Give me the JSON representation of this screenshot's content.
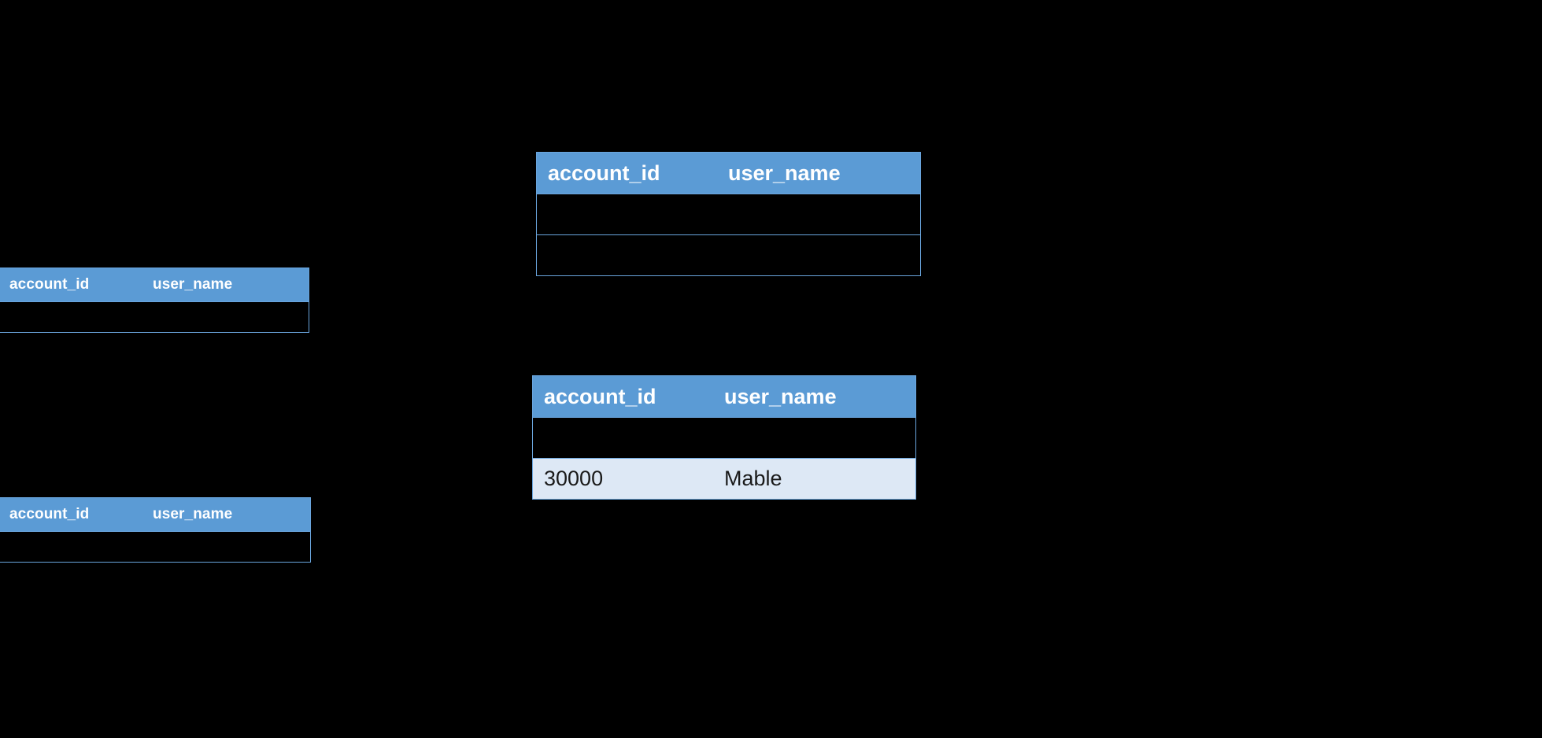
{
  "page": {
    "background_color": "#000000",
    "accent_color": "#5b9bd5",
    "border_color": "#6aa5dd",
    "filled_row_color": "#dde8f5",
    "header_text_color": "#ffffff"
  },
  "columns": {
    "account_id": "account_id",
    "user_name": "user_name"
  },
  "tables": [
    {
      "id": "accounts-left-top",
      "size": "small",
      "headers": [
        "account_id",
        "user_name"
      ],
      "rows": [
        {
          "state": "empty",
          "cells": [
            "",
            ""
          ]
        }
      ]
    },
    {
      "id": "accounts-centre-top",
      "size": "large",
      "headers": [
        "account_id",
        "user_name"
      ],
      "rows": [
        {
          "state": "empty",
          "cells": [
            "",
            ""
          ]
        },
        {
          "state": "empty",
          "cells": [
            "",
            ""
          ]
        }
      ]
    },
    {
      "id": "accounts-centre-bottom",
      "size": "large",
      "headers": [
        "account_id",
        "user_name"
      ],
      "rows": [
        {
          "state": "empty",
          "cells": [
            "",
            ""
          ]
        },
        {
          "state": "filled",
          "cells": [
            "30000",
            "Mable"
          ]
        }
      ]
    },
    {
      "id": "accounts-left-bottom",
      "size": "small",
      "headers": [
        "account_id",
        "user_name"
      ],
      "rows": [
        {
          "state": "empty",
          "cells": [
            "",
            ""
          ]
        }
      ]
    }
  ]
}
